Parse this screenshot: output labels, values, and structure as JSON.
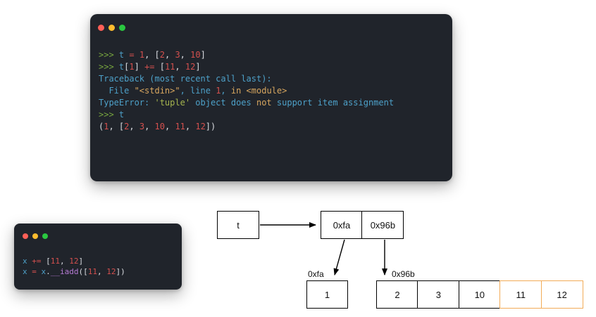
{
  "page": {
    "background": "#ffffff"
  },
  "colors": {
    "terminal_bg": "#20242b",
    "traffic_red": "#ff5f57",
    "traffic_yellow": "#febc2e",
    "traffic_green": "#2ac840",
    "plain": "#d8dbe0",
    "prompt": "#76a43e",
    "red": "#d4504e",
    "cyan": "#4da0c8",
    "yellow": "#d7a65f",
    "string": "#a5b54e",
    "purple": "#b57ad4",
    "box_border": "#000000",
    "highlight_border": "#f2ab57"
  },
  "main_terminal": {
    "window_controls": [
      "close",
      "minimize",
      "zoom"
    ],
    "lines": [
      [
        [
          "prompt",
          ">>> "
        ],
        [
          "cyan",
          "t "
        ],
        [
          "red",
          "="
        ],
        [
          "plain",
          " "
        ],
        [
          "red",
          "1"
        ],
        [
          "plain",
          ", ["
        ],
        [
          "red",
          "2"
        ],
        [
          "plain",
          ", "
        ],
        [
          "red",
          "3"
        ],
        [
          "plain",
          ", "
        ],
        [
          "red",
          "10"
        ],
        [
          "plain",
          "]"
        ]
      ],
      [
        [
          "prompt",
          ">>> "
        ],
        [
          "cyan",
          "t"
        ],
        [
          "plain",
          "["
        ],
        [
          "red",
          "1"
        ],
        [
          "plain",
          "] "
        ],
        [
          "red",
          "+="
        ],
        [
          "plain",
          " ["
        ],
        [
          "red",
          "11"
        ],
        [
          "plain",
          ", "
        ],
        [
          "red",
          "12"
        ],
        [
          "plain",
          "]"
        ]
      ],
      [
        [
          "cyan",
          "Traceback (most recent call last):"
        ]
      ],
      [
        [
          "cyan",
          "  File "
        ],
        [
          "yellow",
          "\"<stdin>\""
        ],
        [
          "cyan",
          ", line "
        ],
        [
          "red",
          "1"
        ],
        [
          "cyan",
          ", "
        ],
        [
          "yellow",
          "in <module>"
        ]
      ],
      [
        [
          "cyan",
          "TypeError: "
        ],
        [
          "string",
          "'tuple'"
        ],
        [
          "cyan",
          " object does "
        ],
        [
          "yellow",
          "not"
        ],
        [
          "cyan",
          " support item assignment"
        ]
      ],
      [
        [
          "prompt",
          ">>> "
        ],
        [
          "cyan",
          "t"
        ]
      ],
      [
        [
          "plain",
          "("
        ],
        [
          "red",
          "1"
        ],
        [
          "plain",
          ", ["
        ],
        [
          "red",
          "2"
        ],
        [
          "plain",
          ", "
        ],
        [
          "red",
          "3"
        ],
        [
          "plain",
          ", "
        ],
        [
          "red",
          "10"
        ],
        [
          "plain",
          ", "
        ],
        [
          "red",
          "11"
        ],
        [
          "plain",
          ", "
        ],
        [
          "red",
          "12"
        ],
        [
          "plain",
          "])"
        ]
      ]
    ]
  },
  "small_terminal": {
    "window_controls": [
      "close",
      "minimize",
      "zoom"
    ],
    "lines": [
      [
        [
          "cyan",
          "x "
        ],
        [
          "red",
          "+="
        ],
        [
          "plain",
          " ["
        ],
        [
          "red",
          "11"
        ],
        [
          "plain",
          ", "
        ],
        [
          "red",
          "12"
        ],
        [
          "plain",
          "]"
        ]
      ],
      [
        [
          "cyan",
          "x "
        ],
        [
          "red",
          "="
        ],
        [
          "cyan",
          " x"
        ],
        [
          "plain",
          "."
        ],
        [
          "purple",
          "__iadd"
        ],
        [
          "plain",
          "(["
        ],
        [
          "red",
          "11"
        ],
        [
          "plain",
          ", "
        ],
        [
          "red",
          "12"
        ],
        [
          "plain",
          "])"
        ]
      ]
    ]
  },
  "diagram": {
    "variable_box": "t",
    "tuple_cells": [
      "0xfa",
      "0x96b"
    ],
    "int_label": "0xfa",
    "int_value": "1",
    "list_label": "0x96b",
    "list_cells": [
      "2",
      "3",
      "10",
      "11",
      "12"
    ],
    "highlighted_indices": [
      3,
      4
    ]
  }
}
